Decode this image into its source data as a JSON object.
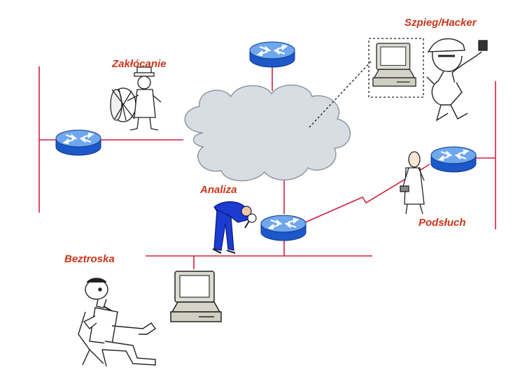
{
  "labels": {
    "jamming": "Zakłócanie",
    "spy": "Szpieg/Hacker",
    "analysis": "Analiza",
    "careless": "Beztroska",
    "eavesdrop": "Podsłuch"
  },
  "colors": {
    "label": "#c8361a",
    "link": "#d21e3c",
    "router_top": "#6fa7ee",
    "router_side": "#1c58c9",
    "cloud": "#d7dde2",
    "cloud_stroke": "#8f979d"
  },
  "icons": [
    "router-icon",
    "cloud-icon",
    "computer-icon",
    "drummer-figure",
    "spy-figure",
    "technician-figure",
    "bending-analyst-figure",
    "relaxed-man-figure"
  ]
}
